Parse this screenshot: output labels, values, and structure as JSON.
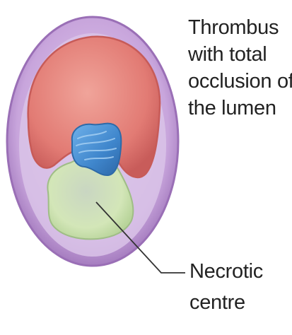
{
  "labels": {
    "thrombus": {
      "lines": [
        "Thrombus",
        "with total",
        "occlusion of",
        "the lumen"
      ]
    },
    "necrotic": {
      "lines": [
        "Necrotic",
        "centre"
      ]
    }
  },
  "colors": {
    "outer_wall": "#b88fce",
    "outer_wall_edge": "#9a6fb6",
    "inner_lumen": "#dcc6ea",
    "plaque": "#e8807a",
    "plaque_edge": "#c75b58",
    "thrombus": "#4a90d2",
    "thrombus_edge": "#2e6aa8",
    "necrotic_core": "#cfe2b4",
    "necrotic_edge": "#9fbd86",
    "leader_line": "#333333"
  }
}
